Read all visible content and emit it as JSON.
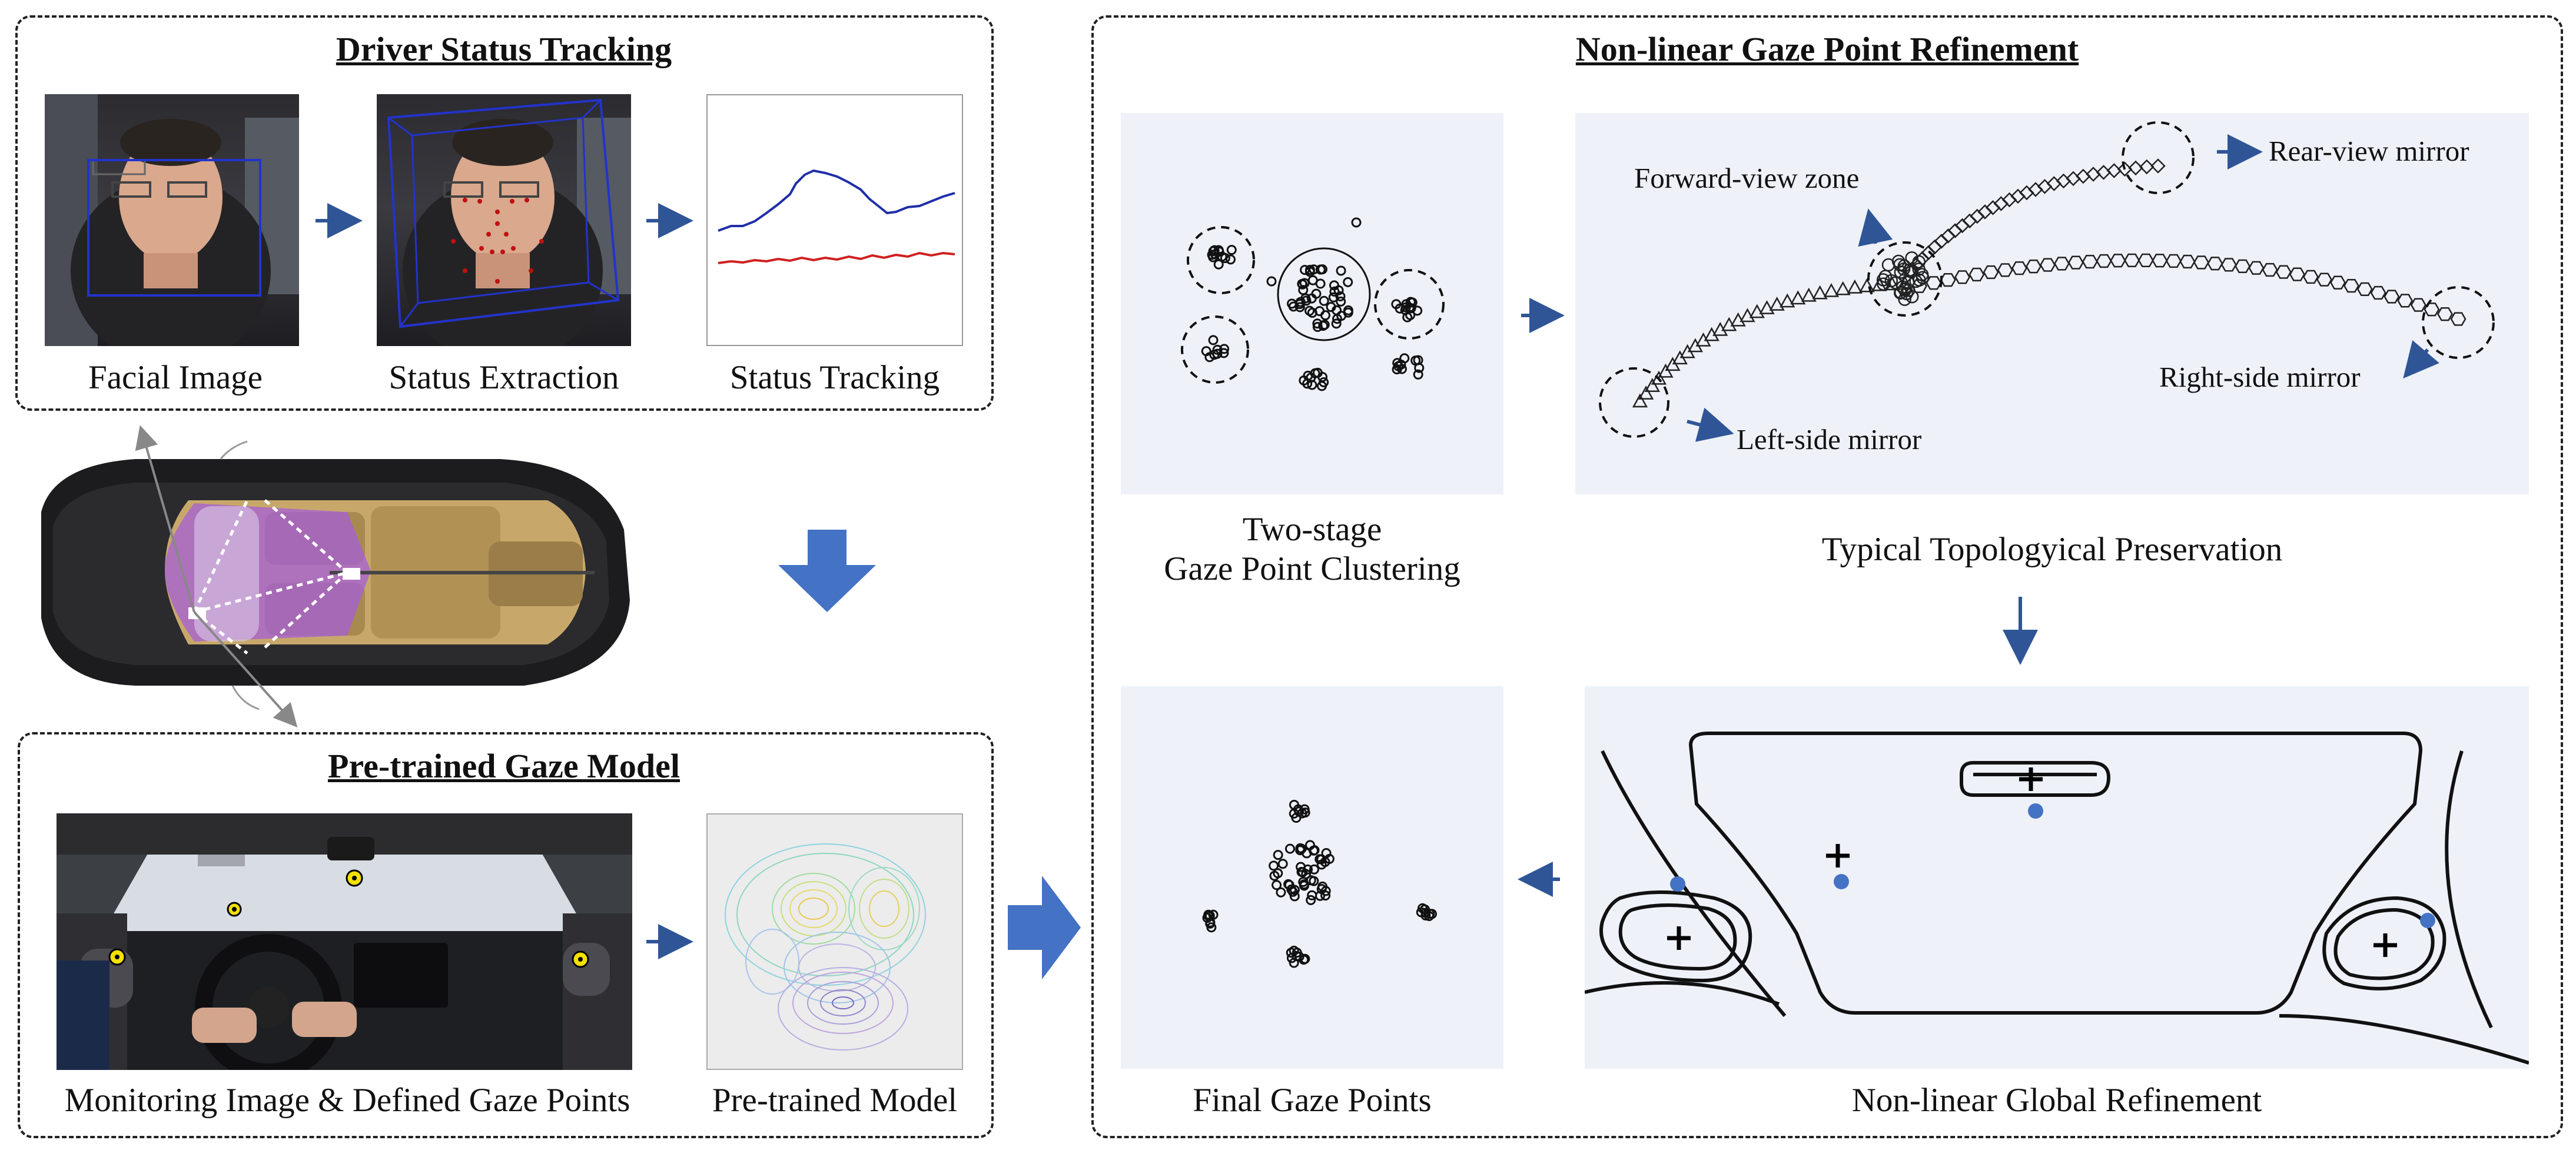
{
  "driver_status": {
    "title": "Driver Status Tracking",
    "captions": [
      "Facial Image",
      "Status Extraction",
      "Status Tracking"
    ]
  },
  "pretrained": {
    "title": "Pre-trained Gaze Model",
    "captions": [
      "Monitoring Image & Defined Gaze Points",
      "Pre-trained Model"
    ]
  },
  "refinement": {
    "title": "Non-linear Gaze Point Refinement",
    "clustering_caption_line1": "Two-stage",
    "clustering_caption_line2": "Gaze Point Clustering",
    "topology_caption": "Typical Topologyical Preservation",
    "final_caption": "Final Gaze Points",
    "global_caption": "Non-linear Global Refinement",
    "zone_labels": {
      "forward": "Forward-view zone",
      "rear": "Rear-view mirror",
      "right": "Right-side mirror",
      "left": "Left-side mirror"
    }
  },
  "colors": {
    "arrow_blue": "#2f5597",
    "big_arrow_blue": "#4472c4",
    "panel_bg": "#eef1f8",
    "status_line_top": "#1f2fa8",
    "status_line_bottom": "#d02020",
    "refined_point": "#4472c4"
  },
  "icons": [
    "car-top-view-illustration",
    "driver-face-photo",
    "dashboard-camera-photo"
  ]
}
